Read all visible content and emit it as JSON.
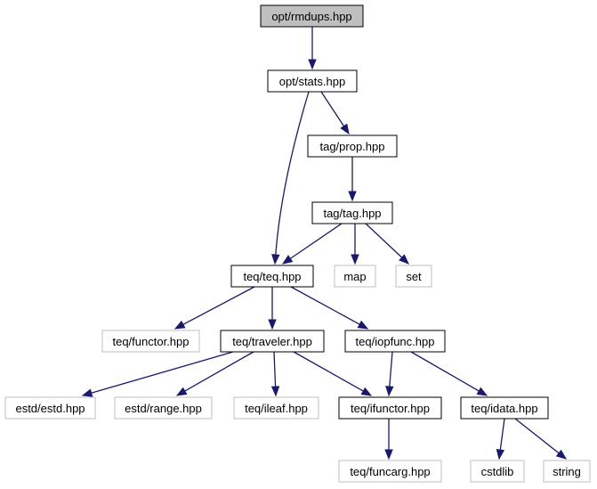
{
  "diagram": {
    "colors": {
      "edge": "#191970",
      "root_fill": "#bfbfbf",
      "internal_border": "#000000",
      "external_border": "#bfbfbf"
    },
    "nodes": [
      {
        "id": "rmdups",
        "label": "opt/rmdups.hpp",
        "kind": "root"
      },
      {
        "id": "stats",
        "label": "opt/stats.hpp",
        "kind": "internal"
      },
      {
        "id": "prop",
        "label": "tag/prop.hpp",
        "kind": "internal"
      },
      {
        "id": "tag",
        "label": "tag/tag.hpp",
        "kind": "internal"
      },
      {
        "id": "teq",
        "label": "teq/teq.hpp",
        "kind": "internal"
      },
      {
        "id": "map",
        "label": "map",
        "kind": "external"
      },
      {
        "id": "set",
        "label": "set",
        "kind": "external"
      },
      {
        "id": "functor",
        "label": "teq/functor.hpp",
        "kind": "external"
      },
      {
        "id": "traveler",
        "label": "teq/traveler.hpp",
        "kind": "internal"
      },
      {
        "id": "iopfunc",
        "label": "teq/iopfunc.hpp",
        "kind": "internal"
      },
      {
        "id": "estd",
        "label": "estd/estd.hpp",
        "kind": "external"
      },
      {
        "id": "range",
        "label": "estd/range.hpp",
        "kind": "external"
      },
      {
        "id": "ileaf",
        "label": "teq/ileaf.hpp",
        "kind": "external"
      },
      {
        "id": "ifunctor",
        "label": "teq/ifunctor.hpp",
        "kind": "internal"
      },
      {
        "id": "idata",
        "label": "teq/idata.hpp",
        "kind": "internal"
      },
      {
        "id": "funcarg",
        "label": "teq/funcarg.hpp",
        "kind": "external"
      },
      {
        "id": "cstdlib",
        "label": "cstdlib",
        "kind": "external"
      },
      {
        "id": "string",
        "label": "string",
        "kind": "external"
      }
    ],
    "edges": [
      {
        "from": "rmdups",
        "to": "stats"
      },
      {
        "from": "stats",
        "to": "prop"
      },
      {
        "from": "stats",
        "to": "teq"
      },
      {
        "from": "prop",
        "to": "tag"
      },
      {
        "from": "tag",
        "to": "teq"
      },
      {
        "from": "tag",
        "to": "map"
      },
      {
        "from": "tag",
        "to": "set"
      },
      {
        "from": "teq",
        "to": "functor"
      },
      {
        "from": "teq",
        "to": "traveler"
      },
      {
        "from": "teq",
        "to": "iopfunc"
      },
      {
        "from": "traveler",
        "to": "estd"
      },
      {
        "from": "traveler",
        "to": "range"
      },
      {
        "from": "traveler",
        "to": "ileaf"
      },
      {
        "from": "traveler",
        "to": "ifunctor"
      },
      {
        "from": "iopfunc",
        "to": "ifunctor"
      },
      {
        "from": "iopfunc",
        "to": "idata"
      },
      {
        "from": "ifunctor",
        "to": "funcarg"
      },
      {
        "from": "idata",
        "to": "cstdlib"
      },
      {
        "from": "idata",
        "to": "string"
      }
    ]
  }
}
